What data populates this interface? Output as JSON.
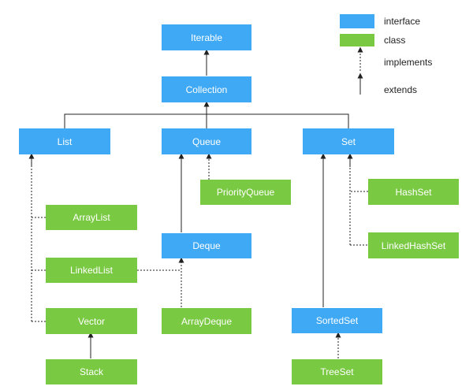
{
  "colors": {
    "interface": "#3fa9f5",
    "class": "#7ac943",
    "line": "#222222"
  },
  "legend": {
    "interface_label": "interface",
    "class_label": "class",
    "implements_label": "implements",
    "extends_label": "extends"
  },
  "nodes": {
    "iterable": "Iterable",
    "collection": "Collection",
    "list": "List",
    "queue": "Queue",
    "set": "Set",
    "priorityqueue": "PriorityQueue",
    "arraylist": "ArrayList",
    "linkedlist": "LinkedList",
    "vector": "Vector",
    "stack": "Stack",
    "deque": "Deque",
    "arraydeque": "ArrayDeque",
    "hashset": "HashSet",
    "linkedhashset": "LinkedHashSet",
    "sortedset": "SortedSet",
    "treeset": "TreeSet"
  }
}
